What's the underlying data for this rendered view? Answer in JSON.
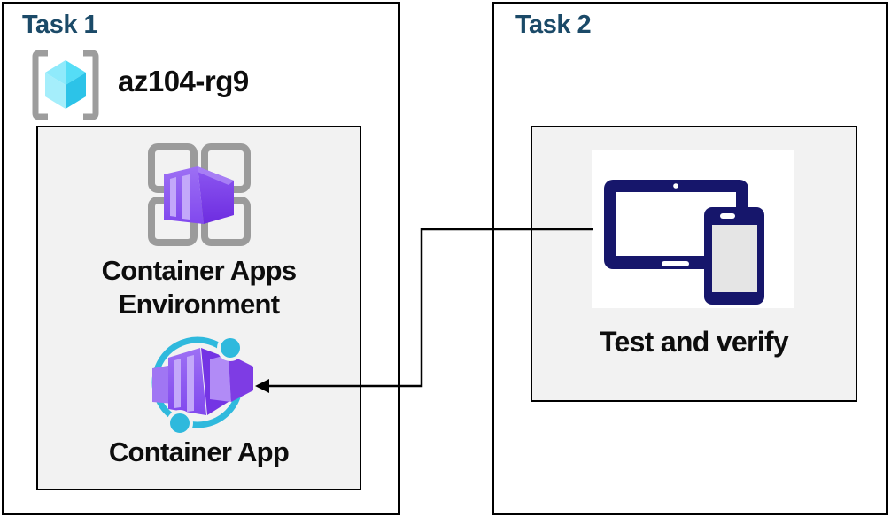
{
  "diagram": {
    "task1": {
      "title": "Task 1",
      "resource_group_name": "az104-rg9",
      "environment_label": [
        "Container Apps",
        "Environment"
      ],
      "app_label": "Container App"
    },
    "task2": {
      "title": "Task 2",
      "verify_label": "Test and verify"
    },
    "connector": {
      "from": "task2-devices-icon",
      "to": "container-app-icon",
      "style": "elbow-arrow"
    },
    "icons": {
      "resource_group": "resource-group-icon",
      "environment": "container-apps-environment-icon",
      "app": "container-app-icon",
      "devices": "tablet-phone-icon"
    },
    "colors": {
      "title_blue": "#1b4a68",
      "label_black": "#0d0d0d",
      "panel_border": "#000000",
      "inner_gray": "#f2f2f2",
      "bracket_gray": "#9d9d9d",
      "grid_gray": "#9b9b9b",
      "azure_cyan_light": "#8feafb",
      "azure_cyan": "#55ddf6",
      "azure_cyan_dark": "#2cc3e8",
      "purple_front": "#9a6cf3",
      "purple_dark": "#7434e4",
      "purple_stripe": "#c3a8fa",
      "ring_cyan": "#2fb9dd",
      "device_navy": "#16166b",
      "phone_screen_gray": "#e5e5e5"
    }
  }
}
